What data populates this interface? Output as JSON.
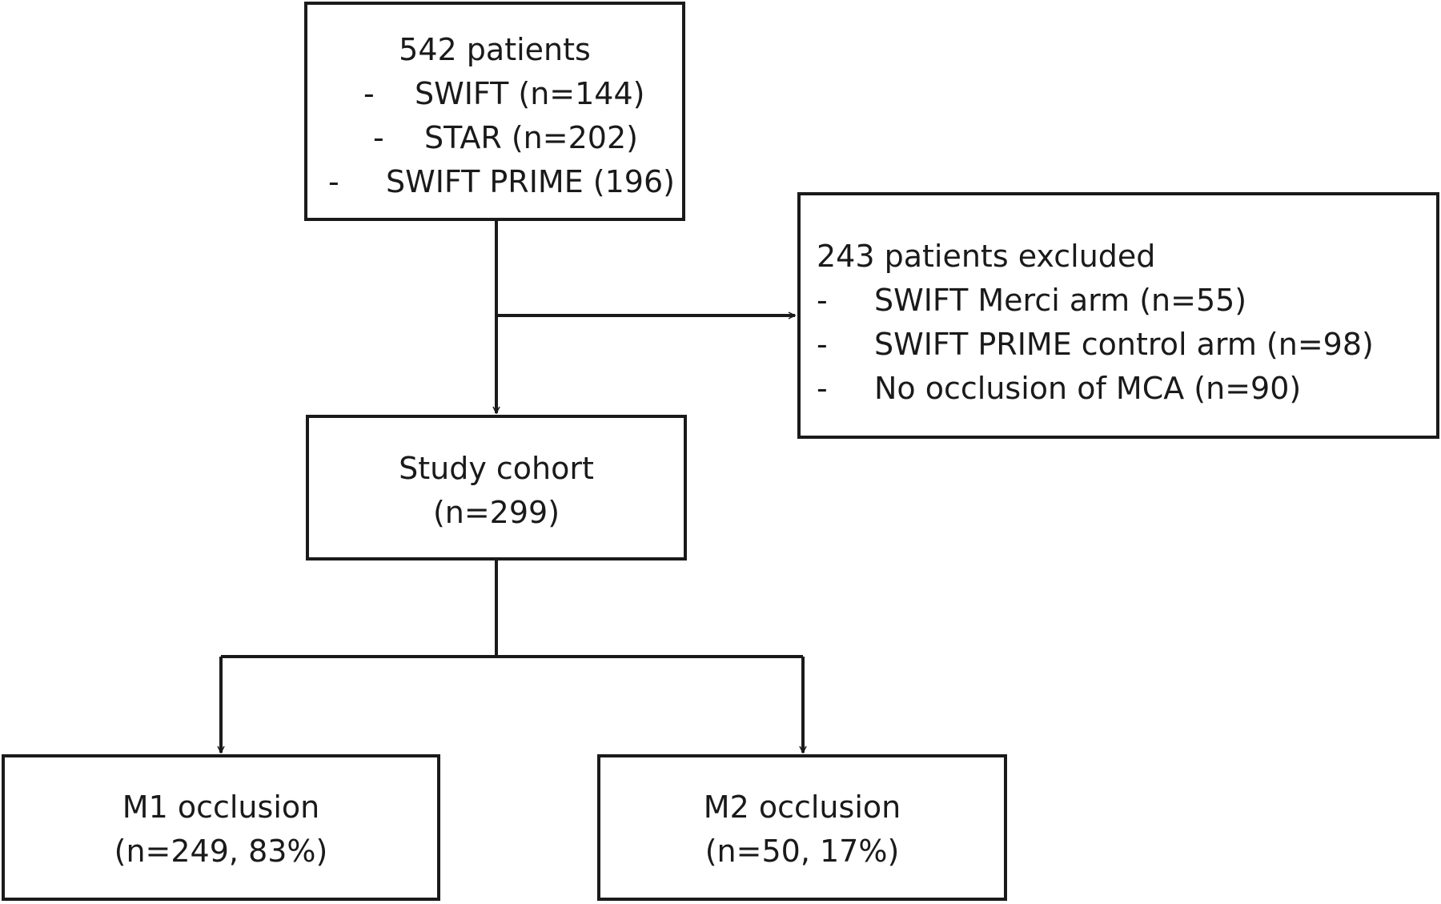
{
  "flowchart": {
    "source": {
      "title": "542 patients",
      "items": [
        {
          "bullet": "-",
          "text": "SWIFT (n=144)"
        },
        {
          "bullet": "-",
          "text": "STAR (n=202)"
        },
        {
          "bullet": "-",
          "text": "SWIFT PRIME (196)"
        }
      ]
    },
    "excluded": {
      "title": "243 patients excluded",
      "items": [
        {
          "bullet": "-",
          "text": "SWIFT Merci arm (n=55)"
        },
        {
          "bullet": "-",
          "text": "SWIFT PRIME control arm (n=98)"
        },
        {
          "bullet": "-",
          "text": "No occlusion of MCA (n=90)"
        }
      ]
    },
    "cohort": {
      "line1": "Study cohort",
      "line2": "(n=299)"
    },
    "m1": {
      "line1": "M1 occlusion",
      "line2": "(n=249, 83%)"
    },
    "m2": {
      "line1": "M2 occlusion",
      "line2": "(n=50, 17%)"
    }
  }
}
